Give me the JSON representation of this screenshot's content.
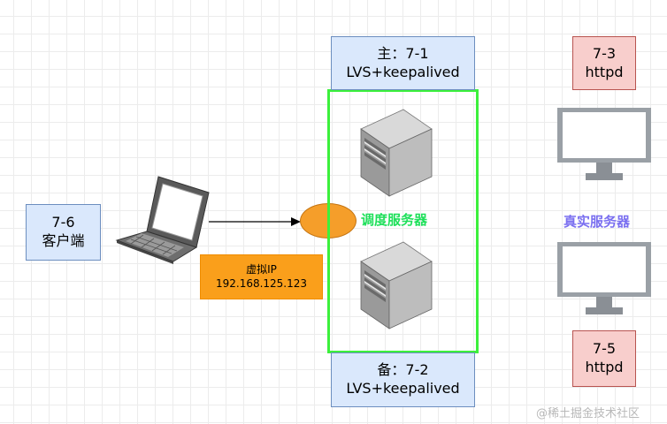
{
  "client": {
    "line1": "7-6",
    "line2": "客户端"
  },
  "vip": {
    "line1": "虚拟IP",
    "line2": "192.168.125.123"
  },
  "master": {
    "line1": "主：7-1",
    "line2": "LVS+keepalived"
  },
  "backup": {
    "line1": "备：7-2",
    "line2": "LVS+keepalived"
  },
  "scheduler_label": "调度服务器",
  "real_servers_label": "真实服务器",
  "real1": {
    "line1": "7-3",
    "line2": "httpd"
  },
  "real2": {
    "line1": "7-5",
    "line2": "httpd"
  },
  "watermark": "@稀土掘金技术社区",
  "colors": {
    "blue_fill": "#dae8fc",
    "red_fill": "#f8cecc",
    "orange_fill": "#fa9f1b",
    "green_frame": "#3cf03c",
    "purple_text": "#7a6ff0",
    "green_text": "#1ee05a"
  }
}
